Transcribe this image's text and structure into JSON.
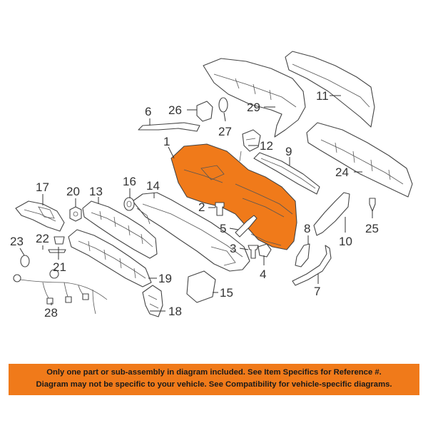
{
  "colors": {
    "highlight": "#F07A1A",
    "banner": "#F07A1A",
    "line": "#444444"
  },
  "callouts": {
    "c1": "1",
    "c2": "2",
    "c3": "3",
    "c4": "4",
    "c5": "5",
    "c6": "6",
    "c7": "7",
    "c8": "8",
    "c9": "9",
    "c10": "10",
    "c11": "11",
    "c12": "12",
    "c13": "13",
    "c14": "14",
    "c15": "15",
    "c16": "16",
    "c17": "17",
    "c18": "18",
    "c19": "19",
    "c20": "20",
    "c21": "21",
    "c22": "22",
    "c23": "23",
    "c24": "24",
    "c25": "25",
    "c26": "26",
    "c27": "27",
    "c28": "28",
    "c29": "29"
  },
  "disclaimer": {
    "line1": "Only one part or sub-assembly in diagram included. See Item Specifics for Reference #.",
    "line2": "Diagram may not be specific to your vehicle. See Compatibility for vehicle-specific diagrams."
  }
}
